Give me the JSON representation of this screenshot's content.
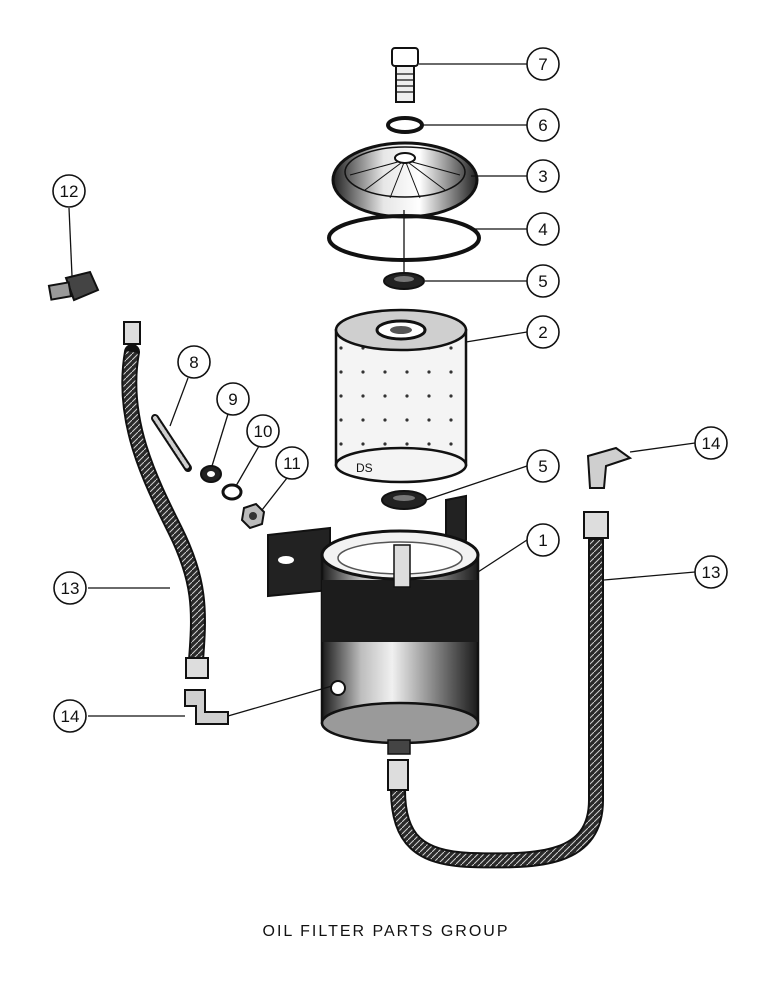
{
  "caption": "OIL FILTER PARTS GROUP",
  "callouts": {
    "c1": "1",
    "c2": "2",
    "c3": "3",
    "c4": "4",
    "c5a": "5",
    "c5b": "5",
    "c6": "6",
    "c7": "7",
    "c8": "8",
    "c9": "9",
    "c10": "10",
    "c11": "11",
    "c12": "12",
    "c13a": "13",
    "c13b": "13",
    "c14a": "14",
    "c14b": "14"
  },
  "colors": {
    "ink": "#111111",
    "paper": "#ffffff",
    "shade": "#555555"
  }
}
